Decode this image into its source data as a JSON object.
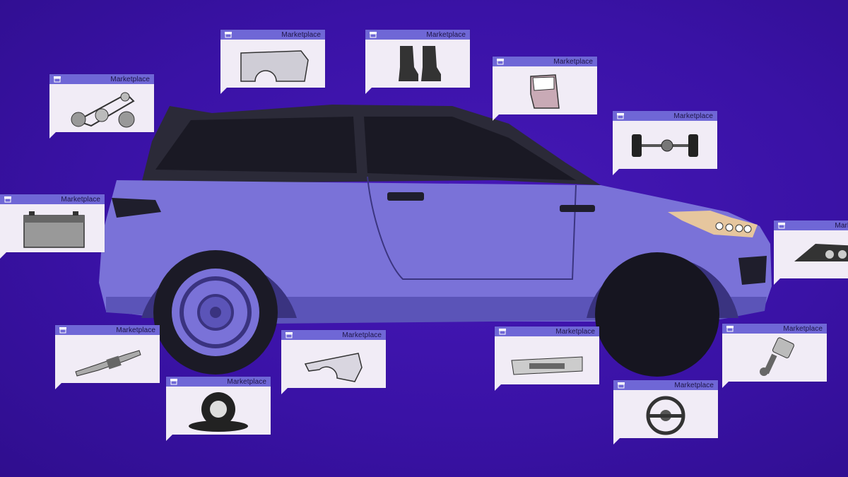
{
  "cards": [
    {
      "label": "Marketplace",
      "part": "serpentine-belt-pulleys"
    },
    {
      "label": "Marketplace",
      "part": "car-body-panel"
    },
    {
      "label": "Marketplace",
      "part": "car-seats"
    },
    {
      "label": "Marketplace",
      "part": "car-door"
    },
    {
      "label": "Marketplace",
      "part": "axle"
    },
    {
      "label": "Marketplace",
      "part": "car-battery"
    },
    {
      "label": "Marketplace",
      "part": "headlight"
    },
    {
      "label": "Marketplace",
      "part": "spark-plug"
    },
    {
      "label": "Marketplace",
      "part": "fender"
    },
    {
      "label": "Marketplace",
      "part": "bumper"
    },
    {
      "label": "Marketplace",
      "part": "piston"
    },
    {
      "label": "Marketplace",
      "part": "tire"
    },
    {
      "label": "Marketplace",
      "part": "steering-wheel"
    }
  ],
  "colors": {
    "background": "#3a13a3",
    "car_body": "#7a72d8",
    "car_dark": "#2c2a3a",
    "card_bg": "#f1ecf6",
    "card_header": "#6f67d6"
  }
}
